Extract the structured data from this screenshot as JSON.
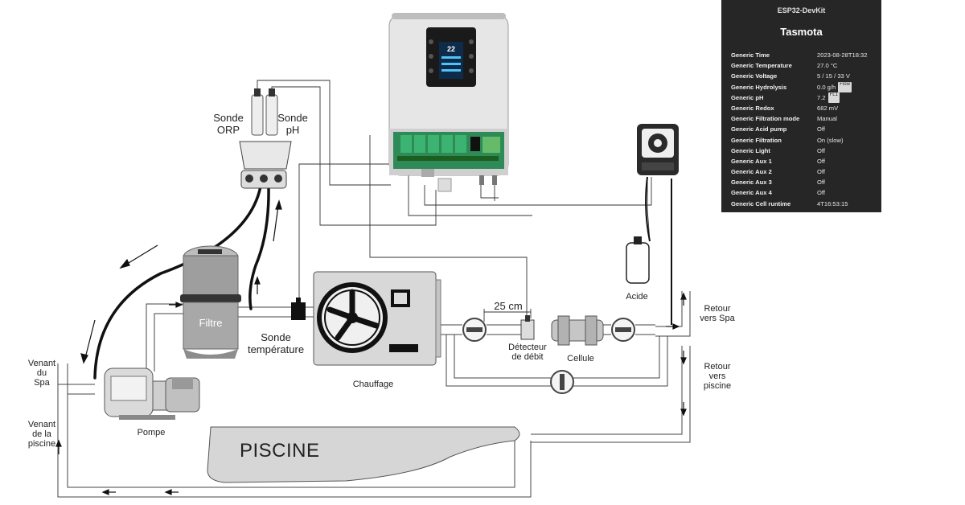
{
  "labels": {
    "sonde_orp": "Sonde\nORP",
    "sonde_ph": "Sonde\npH",
    "filtre": "Filtre",
    "sonde_temperature": "Sonde\ntempérature",
    "venant_du_spa": "Venant\ndu\nSpa",
    "venant_de_la_piscine": "Venant\nde la\npiscine",
    "pompe": "Pompe",
    "chauffage": "Chauffage",
    "distance": "25 cm",
    "detecteur_de_debit": "Détecteur\nde débit",
    "cellule": "Cellule",
    "acide": "Acide",
    "retour_vers_spa": "Retour\nvers Spa",
    "retour_vers_piscine": "Retour\nvers\npiscine",
    "piscine": "PISCINE"
  },
  "controller_screen": {
    "display_value": "22"
  },
  "tasmota": {
    "device": "ESP32-DevKit",
    "title": "Tasmota",
    "rows": [
      {
        "key": "Generic Time",
        "value": "2023-08-28T18:32"
      },
      {
        "key": "Generic Temperature",
        "value": "27.0 °C"
      },
      {
        "key": "Generic Voltage",
        "value": "5 / 15 / 33 V"
      },
      {
        "key": "Generic Hydrolysis",
        "value": "0.0 g/h",
        "badge": "Flow"
      },
      {
        "key": "Generic pH",
        "value": "7.2",
        "badge": "FL1"
      },
      {
        "key": "Generic Redox",
        "value": "682 mV"
      },
      {
        "key": "Generic Filtration mode",
        "value": "Manual"
      },
      {
        "key": "Generic Acid pump",
        "value": "Off"
      },
      {
        "key": "Generic Filtration",
        "value": "On (slow)"
      },
      {
        "key": "Generic Light",
        "value": "Off"
      },
      {
        "key": "Generic Aux 1",
        "value": "Off"
      },
      {
        "key": "Generic Aux 2",
        "value": "Off"
      },
      {
        "key": "Generic Aux 3",
        "value": "Off"
      },
      {
        "key": "Generic Aux 4",
        "value": "Off"
      },
      {
        "key": "Generic Cell runtime",
        "value": "4T16:53:15"
      }
    ]
  },
  "colors": {
    "pipe": "#444444",
    "device_gray": "#d9d9d9",
    "panel_bg": "#262626",
    "board_green": "#2e8b57",
    "relay_green": "#3cb371"
  }
}
